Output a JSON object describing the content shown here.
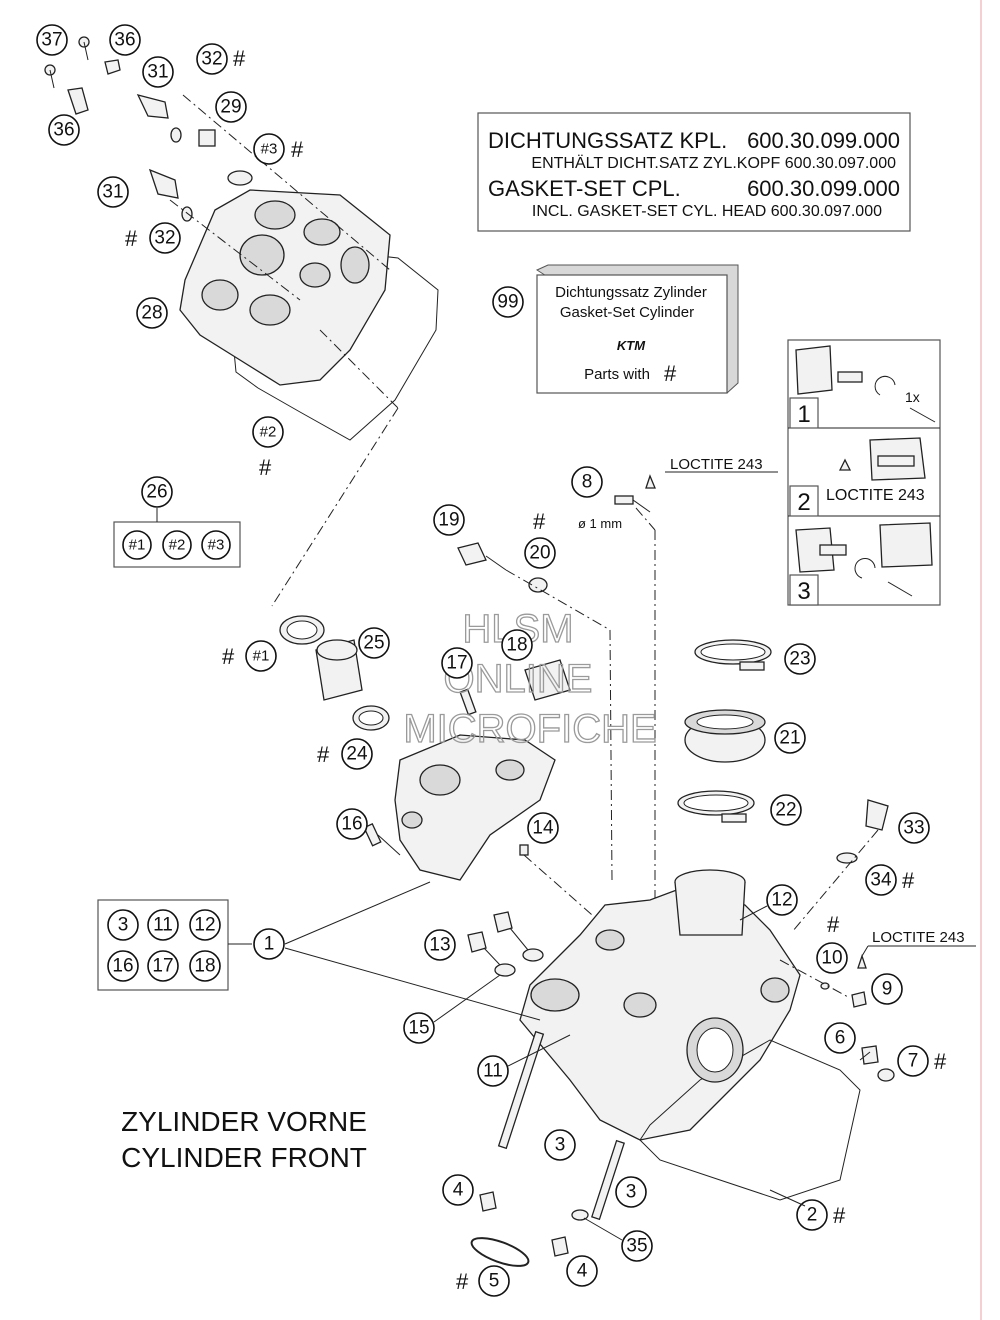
{
  "gasket_box": {
    "line1_name": "DICHTUNGSSATZ KPL.",
    "line1_num": "600.30.099.000",
    "line2": "ENTHÄLT DICHT.SATZ ZYL.KOPF 600.30.097.000",
    "line3_name": "GASKET-SET CPL.",
    "line3_num": "600.30.099.000",
    "line4": "INCL. GASKET-SET CYL. HEAD 600.30.097.000"
  },
  "set_99": {
    "number": "99",
    "line1": "Dichtungssatz Zylinder",
    "line2": "Gasket-Set Cylinder",
    "logo": "KTM",
    "parts_with": "Parts with",
    "hash": "#"
  },
  "steps": {
    "step1": "1",
    "step1_note": "1x",
    "step2": "2",
    "step2_label": "LOCTITE 243",
    "step3": "3"
  },
  "loctite_8": "LOCTITE 243",
  "loctite_9": "LOCTITE 243",
  "diameter_note": "ø 1 mm",
  "hash_symbol": "#",
  "group_26": {
    "number": "26",
    "items": [
      "#1",
      "#2",
      "#3"
    ]
  },
  "group_1": {
    "number": "1",
    "items": [
      "3",
      "11",
      "12",
      "16",
      "17",
      "18"
    ]
  },
  "title": {
    "line1": "ZYLINDER VORNE",
    "line2": "CYLINDER FRONT"
  },
  "watermark": {
    "line1": "HLSM",
    "line2": "ONLINE",
    "line3": "MICROFICHE"
  },
  "callouts": {
    "c37": "37",
    "c36a": "36",
    "c36b": "36",
    "c31a": "31",
    "c31b": "31",
    "c32a": "32",
    "c32b": "32",
    "c29": "29",
    "c3hash": "#3",
    "c28": "28",
    "c2hash": "#2",
    "c8": "8",
    "c19": "19",
    "c20": "20",
    "c1hash": "#1",
    "c25": "25",
    "c17": "17",
    "c18": "18",
    "c24": "24",
    "c16": "16",
    "c14": "14",
    "c23": "23",
    "c21": "21",
    "c22": "22",
    "c33": "33",
    "c34": "34",
    "c12": "12",
    "c10": "10",
    "c9": "9",
    "c13": "13",
    "c15": "15",
    "c11": "11",
    "c6": "6",
    "c7": "7",
    "c3a": "3",
    "c3b": "3",
    "c4a": "4",
    "c4b": "4",
    "c2": "2",
    "c35": "35",
    "c5": "5"
  }
}
